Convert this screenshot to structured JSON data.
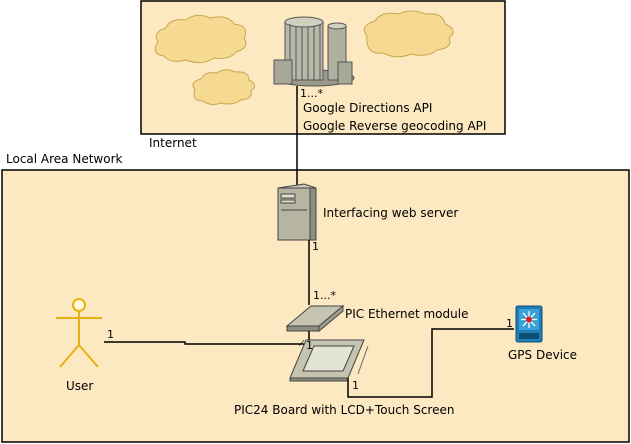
{
  "regions": {
    "internet": {
      "label": "Internet"
    },
    "lan": {
      "label": "Local Area Network"
    }
  },
  "nodes": {
    "google_api": {
      "line1": "Google Directions API",
      "line2": "Google Reverse geocoding API",
      "icon": "server-cluster-icon"
    },
    "web_server": {
      "label": "Interfacing web server",
      "icon": "server-tower-icon"
    },
    "ethernet": {
      "label": "PIC Ethernet module",
      "icon": "ethernet-module-icon"
    },
    "board": {
      "label": "PIC24 Board with LCD+Touch Screen",
      "icon": "board-lcd-icon"
    },
    "user": {
      "label": "User",
      "icon": "user-actor-icon"
    },
    "gps": {
      "label": "GPS Device",
      "icon": "gps-device-icon"
    }
  },
  "multiplicities": {
    "api_side": "1...*",
    "server_top": "1",
    "ethernet_top": "1...*",
    "user_side": "1",
    "board_user_side": "1",
    "board_gps_side": "1",
    "gps_side": "1"
  },
  "colors": {
    "region_fill": "#FCE9C2",
    "cloud_fill": "#F7DA92",
    "line": "#000000"
  }
}
